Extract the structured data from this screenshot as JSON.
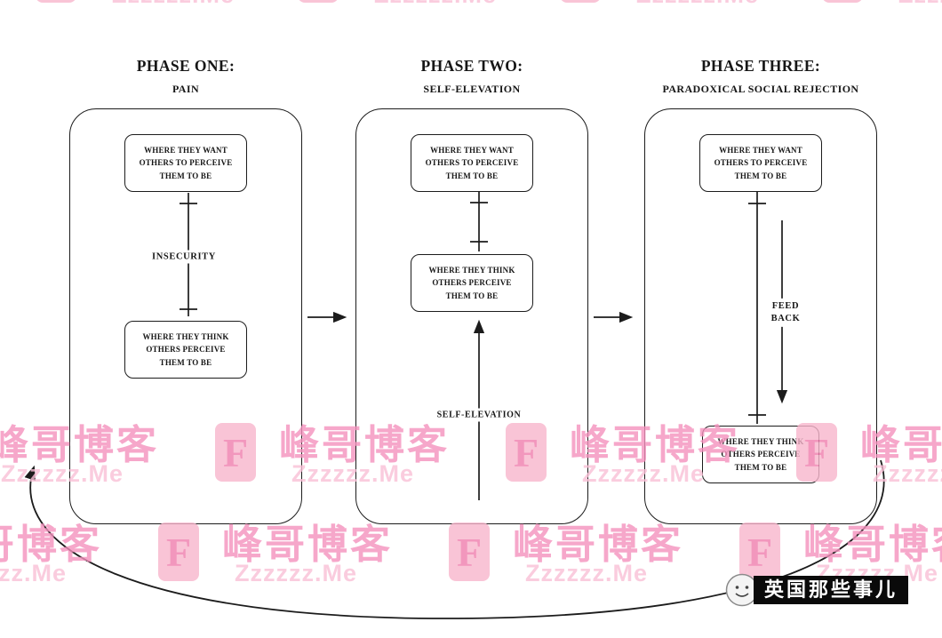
{
  "phases": [
    {
      "title": "PHASE ONE:",
      "subtitle": "PAIN",
      "top_box": "WHERE THEY WANT\nOTHERS TO PERCEIVE\nTHEM TO BE",
      "bottom_box": "WHERE THEY THINK\nOTHERS PERCEIVE\nTHEM TO BE",
      "gap_label": "INSECURITY"
    },
    {
      "title": "PHASE TWO:",
      "subtitle": "SELF-ELEVATION",
      "top_box": "WHERE THEY WANT\nOTHERS TO PERCEIVE\nTHEM TO BE",
      "middle_box": "WHERE THEY THINK\nOTHERS PERCEIVE\nTHEM TO BE",
      "arrow_label": "SELF-ELEVATION"
    },
    {
      "title": "PHASE THREE:",
      "subtitle": "PARADOXICAL SOCIAL REJECTION",
      "top_box": "WHERE THEY WANT\nOTHERS TO PERCEIVE\nTHEM TO BE",
      "bottom_box": "WHERE THEY THINK\nOTHERS PERCEIVE\nTHEM TO BE",
      "arrow_label": "FEED\nBACK"
    }
  ],
  "watermark": {
    "brand": "峰哥博客",
    "url": "Zzzzzz.Me",
    "badge": "F",
    "brand_color": "#f492bd",
    "url_color": "#f9c0d6",
    "badge_bg": "#f8b6cc",
    "badge_fg": "#ef7dad"
  },
  "footer_logo": {
    "text": "英国那些事儿",
    "bg": "#0a0a0a",
    "text_color": "#ffffff"
  },
  "diagram": {
    "line_color": "#1c1c1c",
    "background": "#ffffff"
  }
}
